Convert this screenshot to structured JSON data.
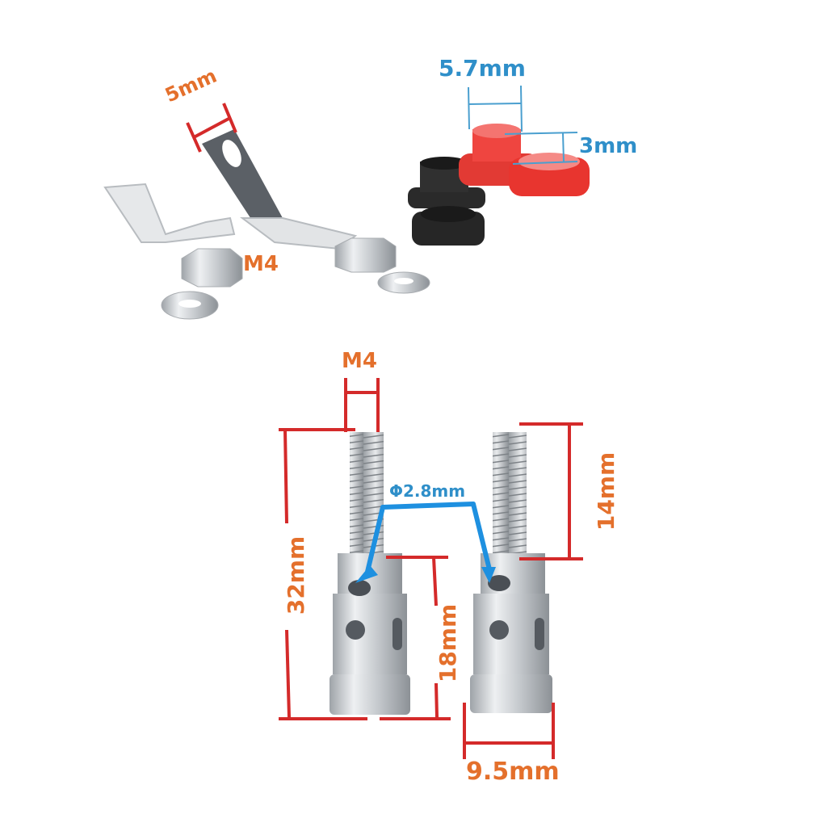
{
  "colors": {
    "dimension_line_red": "#d42a2a",
    "dimension_line_blue": "#4a9fcf",
    "arrow_blue": "#1e90e0",
    "label_orange": "#e4702c",
    "label_blue": "#2f8fc9",
    "red_insulator": "#e8302e",
    "black_insulator": "#222222",
    "metal": "#c8ccd0"
  },
  "top_section": {
    "solder_tab": {
      "width_label": "5mm"
    },
    "nut": {
      "thread_label": "M4"
    },
    "insulator_washer": {
      "diameter_label": "5.7mm",
      "height_label": "3mm"
    }
  },
  "bottom_section": {
    "thread_label": "M4",
    "hole_label": "Φ2.8mm",
    "overall_length_label": "32mm",
    "body_length_label": "18mm",
    "thread_length_label": "14mm",
    "base_diameter_label": "9.5mm"
  }
}
